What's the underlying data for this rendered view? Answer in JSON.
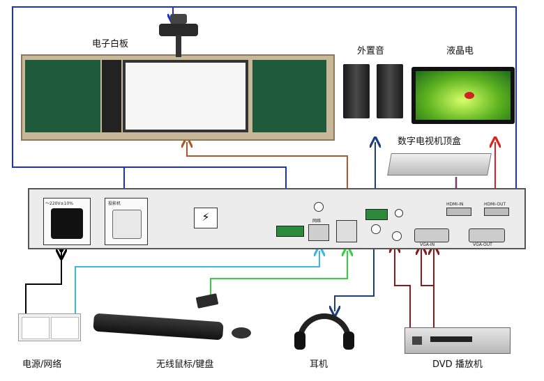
{
  "labels": {
    "whiteboard": "电子白板",
    "speakers": "外置音",
    "lcd": "液晶电",
    "stb": "数字电视机顶盒",
    "power_network": "电源/网络",
    "keyboard_mouse": "无线鼠标/键盘",
    "headphones": "耳机",
    "dvd": "DVD 播放机"
  },
  "panel": {
    "power_rating": "～220V±10%",
    "projector_outlet": "投影机",
    "network": "网络",
    "hdmi_in": "HDMI-IN",
    "hdmi_out": "HDMI-OUT",
    "vga_in": "VGA-IN",
    "vga_out": "VGA-OUT"
  },
  "colors": {
    "blue_wire": "#1a2fd6",
    "brown_wire": "#b0562a",
    "darkred_wire": "#8b1a1a",
    "red_wire": "#e02020",
    "purple_wire": "#7a3a6a",
    "navy_wire": "#1c3f7a",
    "cyan_wire": "#3cb6e8",
    "green_wire": "#35d040",
    "black_wire": "#000000"
  }
}
